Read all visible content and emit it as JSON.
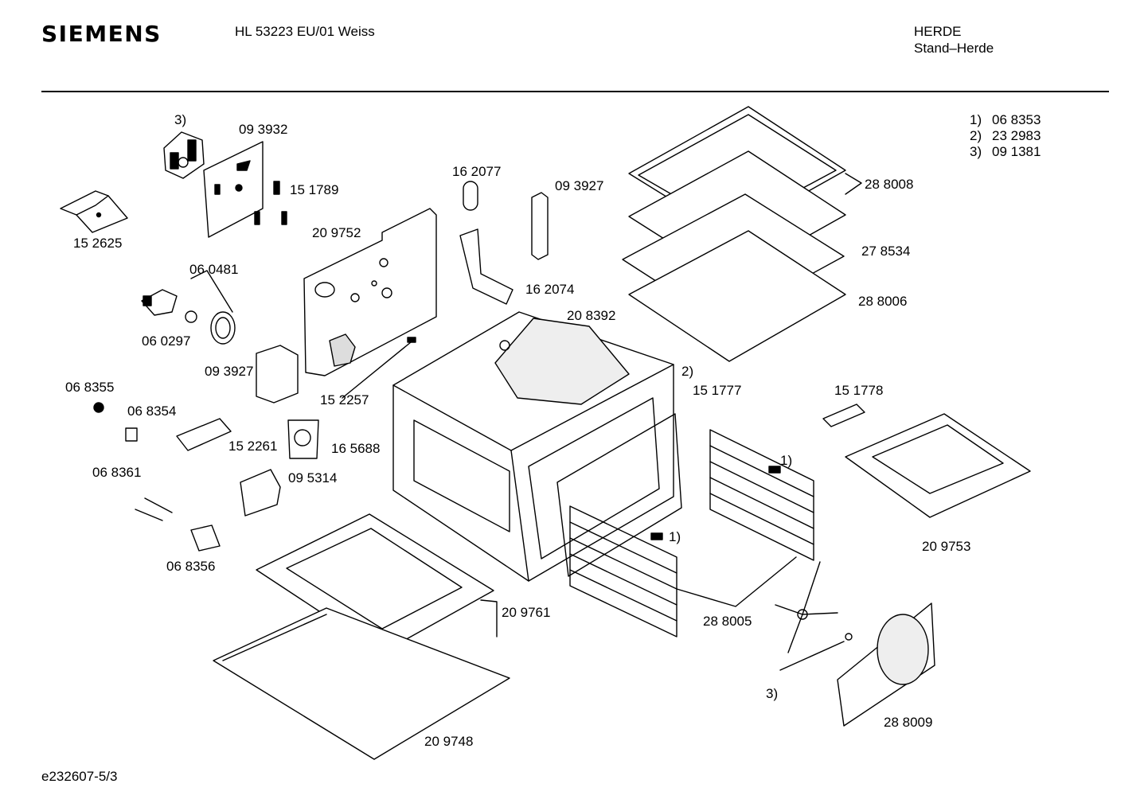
{
  "header": {
    "brand": "SIEMENS",
    "model": "HL 53223 EU/01 Weiss",
    "category": "HERDE",
    "subcategory": "Stand–Herde"
  },
  "legend": [
    {
      "index": "1)",
      "code": "06 8353"
    },
    {
      "index": "2)",
      "code": "23 2983"
    },
    {
      "index": "3)",
      "code": "09 1381"
    }
  ],
  "labels": {
    "l_093932": "09 3932",
    "l_3a": "3)",
    "l_151789": "15 1789",
    "l_152625": "15 2625",
    "l_209752": "20 9752",
    "l_162077": "16 2077",
    "l_093927a": "09 3927",
    "l_288008": "28 8008",
    "l_278534": "27 8534",
    "l_288006": "28 8006",
    "l_060481": "06 0481",
    "l_060297": "06 0297",
    "l_162074": "16 2074",
    "l_208392": "20 8392",
    "l_093927b": "09 3927",
    "l_152257": "15 2257",
    "l_068355": "06 8355",
    "l_068354": "06 8354",
    "l_2a": "2)",
    "l_151777": "15 1777",
    "l_151778": "15 1778",
    "l_152261": "15 2261",
    "l_165688": "16 5688",
    "l_095314": "09 5314",
    "l_068361": "06 8361",
    "l_1a": "1)",
    "l_1b": "1)",
    "l_209753": "20 9753",
    "l_068356": "06 8356",
    "l_209761": "20 9761",
    "l_288005": "28 8005",
    "l_3b": "3)",
    "l_288009": "28 8009",
    "l_209748": "20 9748"
  },
  "footer": {
    "doc_id": "e232607-5/3"
  }
}
